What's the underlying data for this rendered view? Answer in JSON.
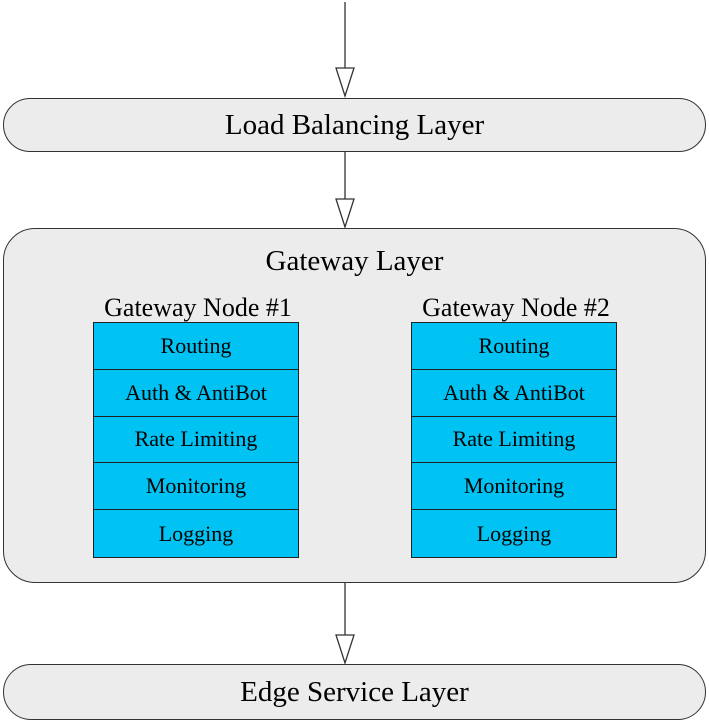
{
  "load_balancing": {
    "label": "Load Balancing Layer"
  },
  "gateway": {
    "label": "Gateway Layer",
    "nodes": [
      {
        "title": "Gateway Node #1",
        "items": [
          "Routing",
          "Auth & AntiBot",
          "Rate Limiting",
          "Monitoring",
          "Logging"
        ]
      },
      {
        "title": "Gateway Node #2",
        "items": [
          "Routing",
          "Auth & AntiBot",
          "Rate Limiting",
          "Monitoring",
          "Logging"
        ]
      }
    ]
  },
  "edge_service": {
    "label": "Edge Service Layer"
  },
  "colors": {
    "layer_fill": "#ececec",
    "module_fill": "#00c3f4",
    "stroke": "#333333"
  }
}
